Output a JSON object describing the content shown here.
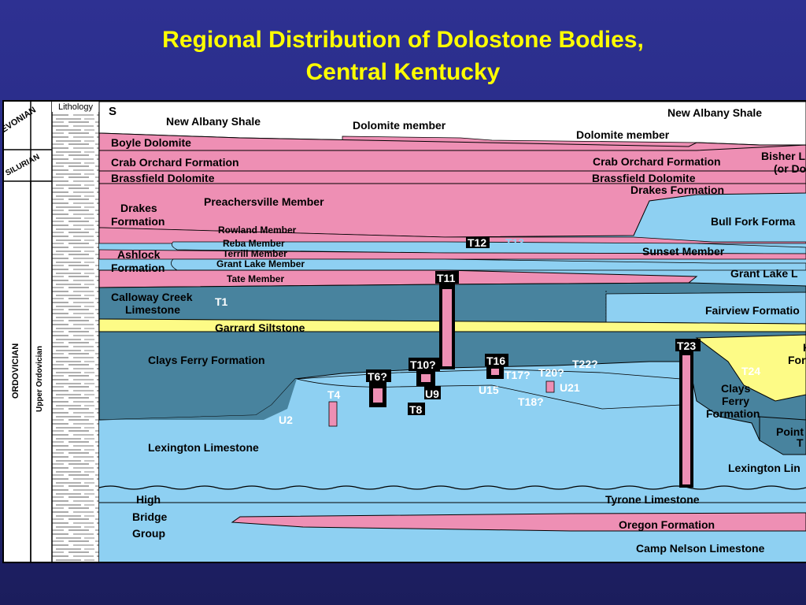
{
  "title": {
    "line1": "Regional Distribution of Dolostone Bodies,",
    "line2": "Central Kentucky"
  },
  "colors": {
    "pink": "#ee8fb4",
    "light_blue": "#8ed0f2",
    "dark_teal": "#48839e",
    "yellow": "#fdfb86",
    "title_yellow": "#ffff00",
    "background_blue": "#2e3192",
    "label_white": "#ffffff"
  },
  "column_headers": {
    "lithology": "Lithology",
    "south": "S"
  },
  "systems": {
    "devonian": "DEVONIAN",
    "silurian": "SILURIAN",
    "ordovician": "ORDOVICIAN",
    "upper_ordovician": "Upper Ordovician"
  },
  "units": {
    "new_albany_left": "New Albany Shale",
    "new_albany_right": "New Albany Shale",
    "dolomite_member_left": "Dolomite member",
    "dolomite_member_right": "Dolomite member",
    "boyle_dolomite": "Boyle Dolomite",
    "crab_orchard_left": "Crab Orchard Formation",
    "crab_orchard_right": "Crab Orchard Formation",
    "bisher_1": "Bisher L",
    "bisher_2": "(or Do",
    "brassfield_left": "Brassfield Dolomite",
    "brassfield_right": "Brassfield Dolomite",
    "drakes_formation_right": "Drakes Formation",
    "drakes_1": "Drakes",
    "drakes_2": "Formation",
    "preachersville": "Preachersville Member",
    "bull_fork": "Bull Fork Forma",
    "rowland": "Rowland Member",
    "reba": "Reba Member",
    "terrill": "Terrill Member",
    "grant_lake_member": "Grant Lake Member",
    "tate": "Tate Member",
    "ashlock_1": "Ashlock",
    "ashlock_2": "Formation",
    "sunset": "Sunset Member",
    "grant_lake_right": "Grant Lake L",
    "calloway_1": "Calloway Creek",
    "calloway_2": "Limestone",
    "fairview": "Fairview Formatio",
    "garrard": "Garrard Siltstone",
    "clays_ferry_left": "Clays Ferry Formation",
    "clays_ferry_r1": "Clays",
    "clays_ferry_r2": "Ferry",
    "clays_ferry_r3": "Formation",
    "kope_1": "K",
    "kope_2": "For",
    "point_pleasant_1": "Point",
    "point_pleasant_2": "T",
    "lexington_left": "Lexington Limestone",
    "lexington_right": "Lexington Lin",
    "high_bridge_1": "High",
    "high_bridge_2": "Bridge",
    "high_bridge_3": "Group",
    "tyrone": "Tyrone Limestone",
    "oregon": "Oregon Formation",
    "camp_nelson": "Camp Nelson Limestone"
  },
  "bodies": {
    "t1": "T1",
    "t4": "T4",
    "t6": "T6?",
    "t8": "T8",
    "t10": "T10?",
    "t11": "T11",
    "t12": "T12",
    "t13": "T13",
    "t16": "T16",
    "t17": "T17?",
    "t18": "T18?",
    "t20": "T20?",
    "t22": "T22?",
    "t23": "T23",
    "t24": "T24",
    "u2": "U2",
    "u9": "U9",
    "u15": "U15",
    "u21": "U21"
  }
}
